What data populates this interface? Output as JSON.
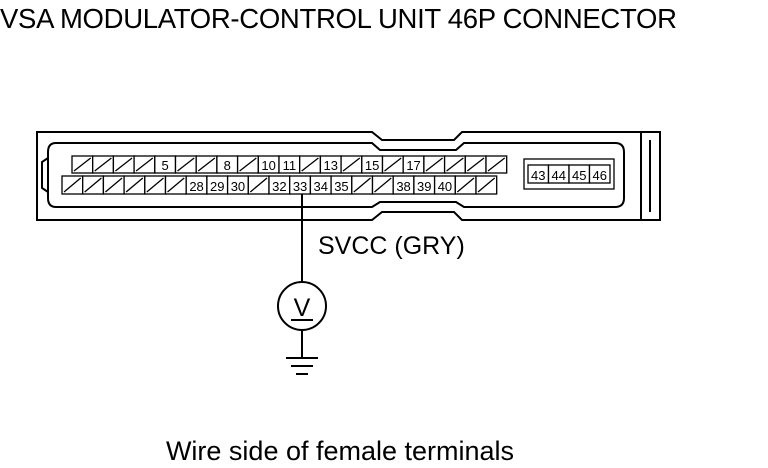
{
  "title": "VSA MODULATOR-CONTROL UNIT 46P CONNECTOR",
  "caption": "Wire side of female terminals",
  "wire_label": "SVCC (GRY)",
  "meter_symbol": "V",
  "terminals": {
    "top_row": [
      "",
      "",
      "",
      "",
      "5",
      "",
      "",
      "8",
      "",
      "10",
      "11",
      "",
      "13",
      "",
      "15",
      "",
      "17",
      "",
      "",
      "",
      ""
    ],
    "bottom_row": [
      "",
      "",
      "",
      "",
      "",
      "",
      "28",
      "29",
      "30",
      "",
      "32",
      "33",
      "34",
      "35",
      "",
      "",
      "38",
      "39",
      "40",
      "",
      ""
    ],
    "right_block": [
      "43",
      "44",
      "45",
      "46"
    ]
  },
  "probe_terminal": "33",
  "icons": [
    "voltmeter-icon",
    "ground-icon"
  ]
}
